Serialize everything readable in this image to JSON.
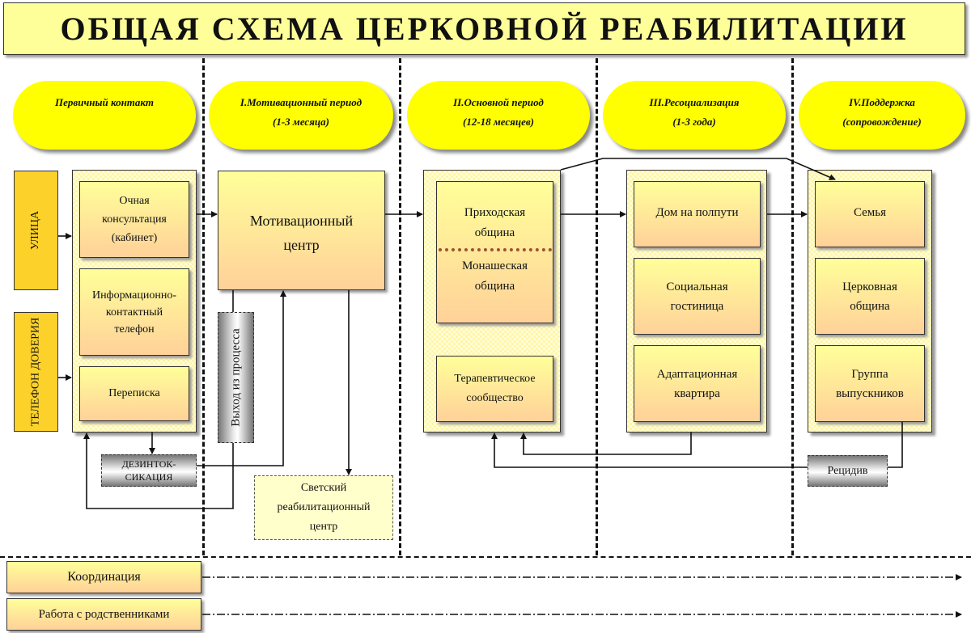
{
  "title": "ОБЩАЯ СХЕМА ЦЕРКОВНОЙ РЕАБИЛИТАЦИИ",
  "phases": [
    {
      "line1": "Первичный контакт",
      "line2": ""
    },
    {
      "line1": "I.Мотивационный период",
      "line2": "(1-3 месяца)"
    },
    {
      "line1": "II.Основной период",
      "line2": "(12-18 месяцев)"
    },
    {
      "line1": "III.Ресоциализация",
      "line2": "(1-3 года)"
    },
    {
      "line1": "IV.Поддержка",
      "line2": "(сопровождение)"
    }
  ],
  "sources": [
    "УЛИЦА",
    "ТЕЛЕФОН ДОВЕРИЯ"
  ],
  "primary_contact": [
    [
      "Очная",
      "консультация",
      "(кабинет)"
    ],
    [
      "Информационно-",
      "контактный",
      "телефон"
    ],
    [
      "Переписка"
    ]
  ],
  "detox": [
    "ДЕЗИНТОК-",
    "СИКАЦИЯ"
  ],
  "motivation_center": [
    "Мотивационный",
    "центр"
  ],
  "exit_process": "Выход из процесса",
  "secular_center": [
    "Светский",
    "реабилитационный",
    "центр"
  ],
  "main_period": {
    "parish": [
      "Приходская",
      "община"
    ],
    "monastic": [
      "Монашеская",
      "община"
    ],
    "therapeutic": [
      "Терапевтическое",
      "сообщество"
    ]
  },
  "resocialization": [
    [
      "Дом на полпути"
    ],
    [
      "Социальная",
      "гостиница"
    ],
    [
      "Адаптационная",
      "квартира"
    ]
  ],
  "support": [
    [
      "Семья"
    ],
    [
      "Церковная",
      "община"
    ],
    [
      "Группа",
      "выпускников"
    ]
  ],
  "relapse": "Рецидив",
  "bottom": [
    "Координация",
    "Работа с родственниками"
  ]
}
